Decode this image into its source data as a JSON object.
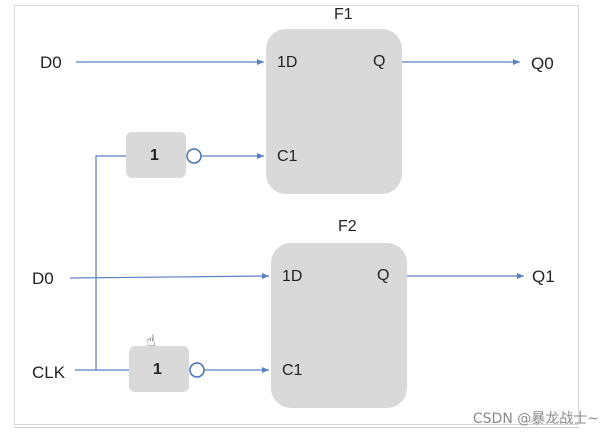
{
  "diagram": {
    "flipflops": [
      {
        "name": "F1",
        "pin_d": "1D",
        "pin_c": "C1",
        "pin_q": "Q",
        "output": "Q0",
        "input": "D0"
      },
      {
        "name": "F2",
        "pin_d": "1D",
        "pin_c": "C1",
        "pin_q": "Q",
        "output": "Q1",
        "input": "D0"
      }
    ],
    "inverters": [
      {
        "label": "1"
      },
      {
        "label": "1"
      }
    ],
    "clock_label": "CLK"
  },
  "watermark": "CSDN @暴龙战士~",
  "colors": {
    "wire": "#5b7fc4",
    "block_fill": "#d9d9d9",
    "bubble_stroke": "#4a6fb5"
  }
}
